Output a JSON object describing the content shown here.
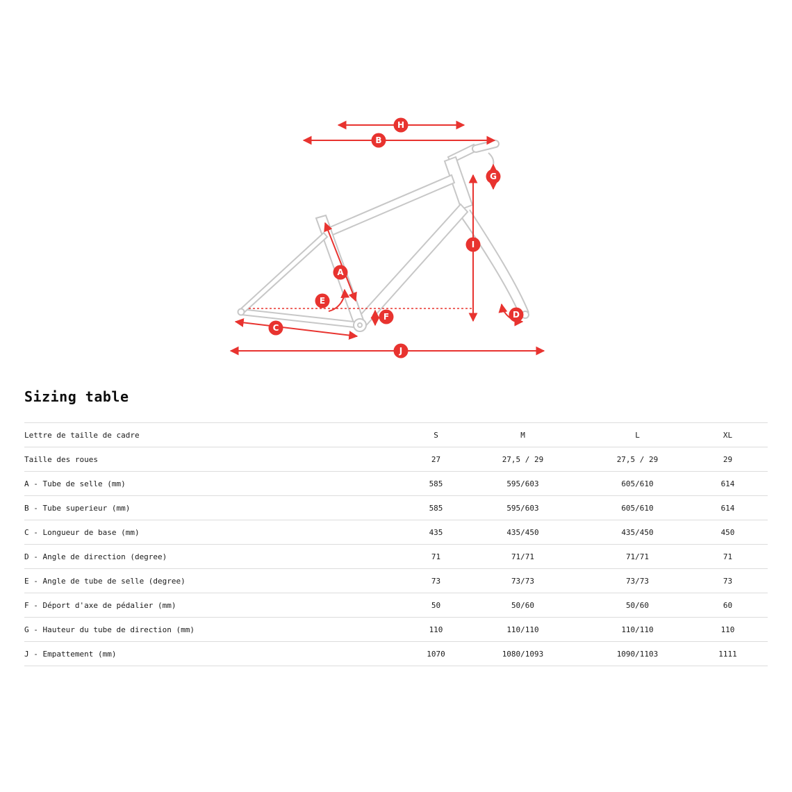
{
  "diagram": {
    "accent_color": "#e8332f",
    "frame_color": "#c7c7c7",
    "markers": [
      "A",
      "B",
      "C",
      "D",
      "E",
      "F",
      "G",
      "H",
      "I",
      "J"
    ]
  },
  "sizing_table": {
    "title": "Sizing table",
    "rows": [
      {
        "label": "Lettre de taille de cadre",
        "values": [
          "S",
          "M",
          "L",
          "XL"
        ]
      },
      {
        "label": "Taille des roues",
        "values": [
          "27",
          "27,5 / 29",
          "27,5 / 29",
          "29"
        ]
      },
      {
        "label": "A - Tube de selle (mm)",
        "values": [
          "585",
          "595/603",
          "605/610",
          "614"
        ]
      },
      {
        "label": "B - Tube superieur (mm)",
        "values": [
          "585",
          "595/603",
          "605/610",
          "614"
        ]
      },
      {
        "label": "C - Longueur de base (mm)",
        "values": [
          "435",
          "435/450",
          "435/450",
          "450"
        ]
      },
      {
        "label": "D - Angle de direction (degree)",
        "values": [
          "71",
          "71/71",
          "71/71",
          "71"
        ]
      },
      {
        "label": "E - Angle de tube de selle (degree)",
        "values": [
          "73",
          "73/73",
          "73/73",
          "73"
        ]
      },
      {
        "label": "F - Déport d'axe de pédalier (mm)",
        "values": [
          "50",
          "50/60",
          "50/60",
          "60"
        ]
      },
      {
        "label": "G - Hauteur du tube de direction (mm)",
        "values": [
          "110",
          "110/110",
          "110/110",
          "110"
        ]
      },
      {
        "label": "J - Empattement (mm)",
        "values": [
          "1070",
          "1080/1093",
          "1090/1103",
          "1111"
        ]
      }
    ]
  }
}
